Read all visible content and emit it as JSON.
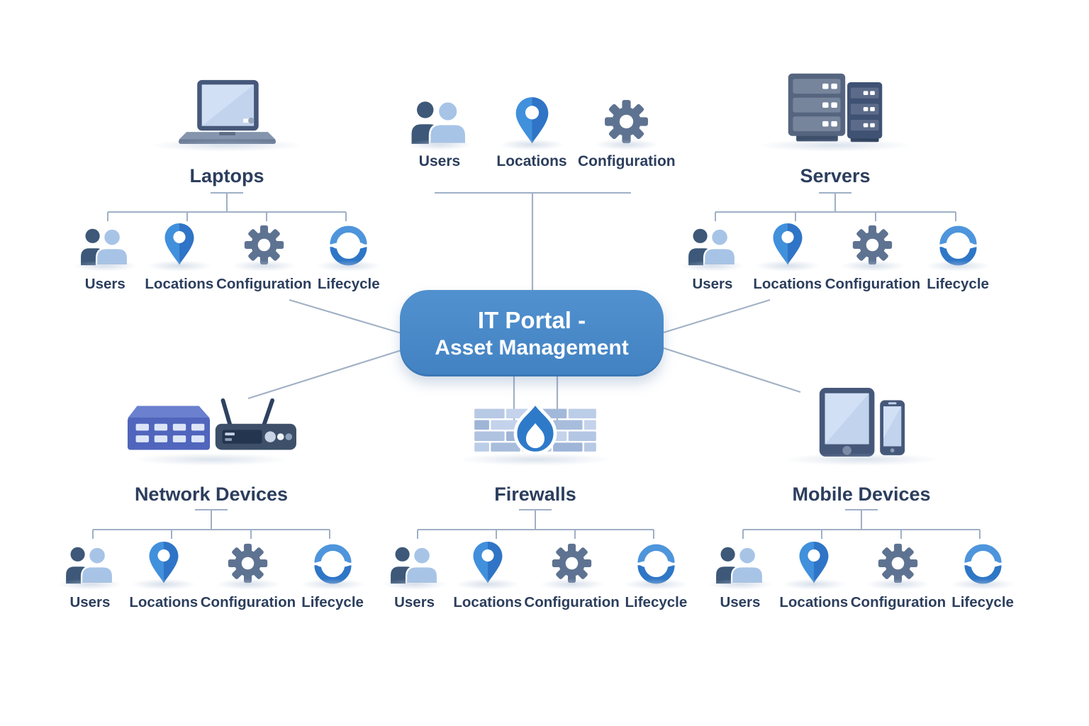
{
  "diagram": {
    "center": {
      "line1": "IT Portal -",
      "line2": "Asset Management"
    },
    "hub_items": [
      {
        "label": "Users",
        "icon": "users-icon"
      },
      {
        "label": "Locations",
        "icon": "location-pin-icon"
      },
      {
        "label": "Configuration",
        "icon": "gear-icon"
      }
    ],
    "branches": [
      {
        "name": "Laptops",
        "icon": "laptop-icon",
        "items": [
          {
            "label": "Users",
            "icon": "users-icon"
          },
          {
            "label": "Locations",
            "icon": "location-pin-icon"
          },
          {
            "label": "Configuration",
            "icon": "gear-icon"
          },
          {
            "label": "Lifecycle",
            "icon": "lifecycle-icon"
          }
        ]
      },
      {
        "name": "Servers",
        "icon": "server-rack-icon",
        "items": [
          {
            "label": "Users",
            "icon": "users-icon"
          },
          {
            "label": "Locations",
            "icon": "location-pin-icon"
          },
          {
            "label": "Configuration",
            "icon": "gear-icon"
          },
          {
            "label": "Lifecycle",
            "icon": "lifecycle-icon"
          }
        ]
      },
      {
        "name": "Network Devices",
        "icon": "network-devices-icon",
        "items": [
          {
            "label": "Users",
            "icon": "users-icon"
          },
          {
            "label": "Locations",
            "icon": "location-pin-icon"
          },
          {
            "label": "Configuration",
            "icon": "gear-icon"
          },
          {
            "label": "Lifecycle",
            "icon": "lifecycle-icon"
          }
        ]
      },
      {
        "name": "Firewalls",
        "icon": "firewall-icon",
        "items": [
          {
            "label": "Users",
            "icon": "users-icon"
          },
          {
            "label": "Locations",
            "icon": "location-pin-icon"
          },
          {
            "label": "Configuration",
            "icon": "gear-icon"
          },
          {
            "label": "Lifecycle",
            "icon": "lifecycle-icon"
          }
        ]
      },
      {
        "name": "Mobile Devices",
        "icon": "mobile-devices-icon",
        "items": [
          {
            "label": "Users",
            "icon": "users-icon"
          },
          {
            "label": "Locations",
            "icon": "location-pin-icon"
          },
          {
            "label": "Configuration",
            "icon": "gear-icon"
          },
          {
            "label": "Lifecycle",
            "icon": "lifecycle-icon"
          }
        ]
      }
    ],
    "colors": {
      "node_fill": "#4687C8",
      "node_text": "#FFFFFF",
      "label_text": "#2C3E5D",
      "connector": "#A3B2C6",
      "pin_blue": "#3884D7",
      "gear_gray": "#5E7391",
      "person_dark": "#3D5878",
      "person_light": "#A7C4E7",
      "lifecycle_blue": "#2E76C6"
    }
  }
}
